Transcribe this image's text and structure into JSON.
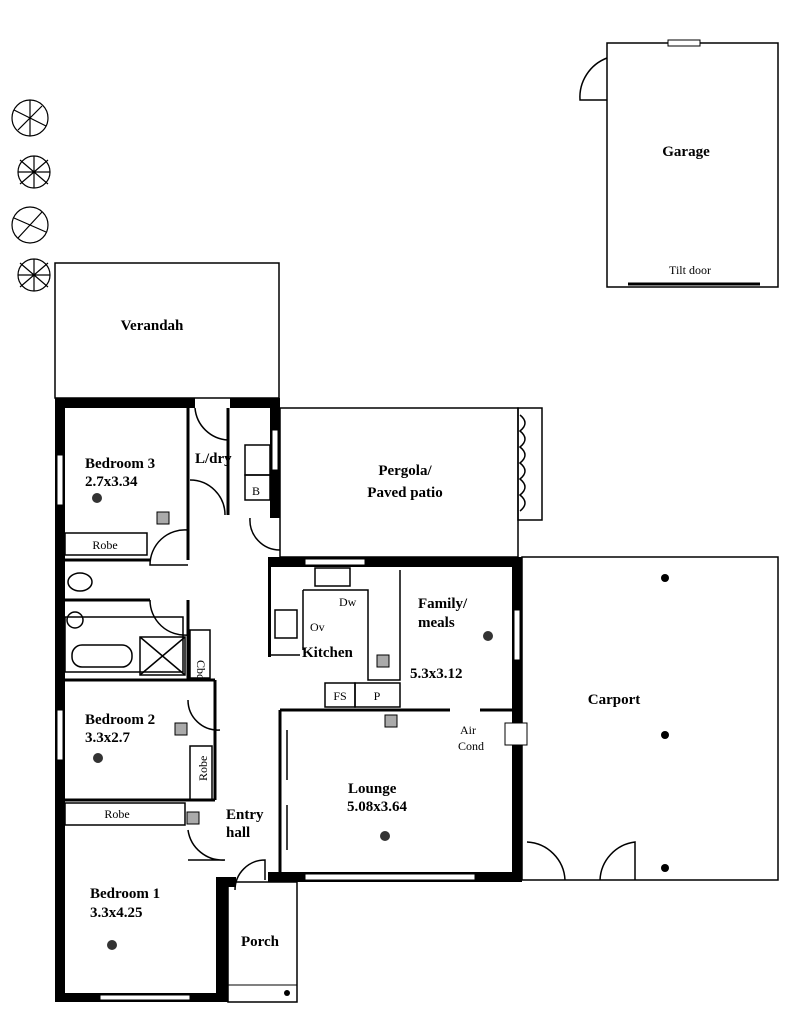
{
  "title": "Floor plan",
  "rooms": {
    "garage": {
      "name": "Garage",
      "door": "Tilt door"
    },
    "verandah": {
      "name": "Verandah"
    },
    "bedroom3": {
      "name": "Bedroom 3",
      "size": "2.7x3.34",
      "robe": "Robe"
    },
    "laundry": {
      "name": "L/dry",
      "fixture": "B"
    },
    "pergola": {
      "line1": "Pergola/",
      "line2": "Paved patio"
    },
    "kitchen": {
      "name": "Kitchen",
      "dw": "Dw",
      "ov": "Ov",
      "fs": "FS",
      "p": "P"
    },
    "family": {
      "line1": "Family/",
      "line2": "meals",
      "size": "5.3x3.12"
    },
    "bath": {
      "cupboard": "Cbd"
    },
    "carport": {
      "name": "Carport"
    },
    "aircond": {
      "line1": "Air",
      "line2": "Cond"
    },
    "bedroom2": {
      "name": "Bedroom 2",
      "size": "3.3x2.7",
      "robe": "Robe"
    },
    "lounge": {
      "name": "Lounge",
      "size": "5.08x3.64"
    },
    "entry": {
      "line1": "Entry",
      "line2": "hall"
    },
    "bedroom1": {
      "name": "Bedroom 1",
      "size": "3.3x4.25",
      "robe": "Robe"
    },
    "porch": {
      "name": "Porch"
    }
  }
}
